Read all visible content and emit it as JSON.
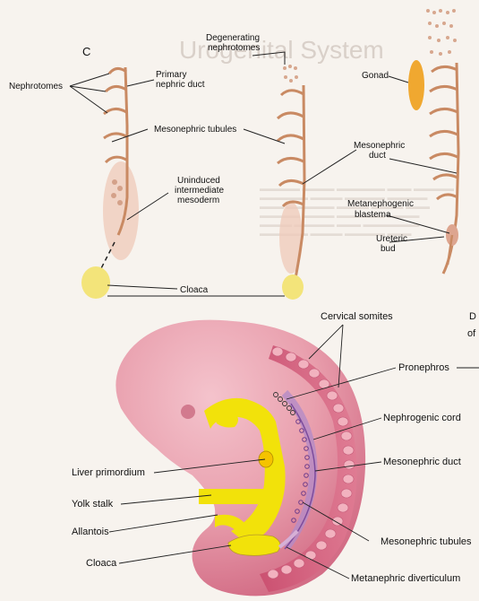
{
  "top_panel": {
    "panel_letter": "C",
    "labels": {
      "nephrotomes": "Nephrotomes",
      "primary_duct_1": "Primary",
      "primary_duct_2": "nephric duct",
      "degen_1": "Degenerating",
      "degen_2": "nephrotomes",
      "gonad": "Gonad",
      "mesonephric_tubules": "Mesonephric tubules",
      "mesonephric_duct_1": "Mesonephric",
      "mesonephric_duct_2": "duct",
      "uninduced_1": "Uninduced",
      "uninduced_2": "intermediate",
      "uninduced_3": "mesoderm",
      "metanephogenic_1": "Metanephogenic",
      "metanephogenic_2": "blastema",
      "ureteric_1": "Ureteric",
      "ureteric_2": "bud",
      "cloaca": "Cloaca"
    }
  },
  "bottom_panel": {
    "labels": {
      "cervical_somites": "Cervical somites",
      "pronephros": "Pronephros",
      "nephrogenic_cord": "Nephrogenic cord",
      "mesonephric_duct": "Mesonephric duct",
      "mesonephric_tubules": "Mesonephric tubules",
      "metanephric_diverticulum": "Metanephric diverticulum",
      "liver_primordium": "Liver primordium",
      "yolk_stalk": "Yolk stalk",
      "allantois": "Allantois",
      "cloaca": "Cloaca",
      "edge_letter_1": "D",
      "edge_letter_2": "of"
    }
  },
  "colors": {
    "duct": "#c98a63",
    "blastema": "#efc9b8",
    "cloaca": "#f3e47a",
    "gonad": "#f0a830",
    "embryo_pink": "#e9a0ae",
    "embryo_deep": "#cf5a77",
    "gut_yellow": "#f2e20a"
  }
}
